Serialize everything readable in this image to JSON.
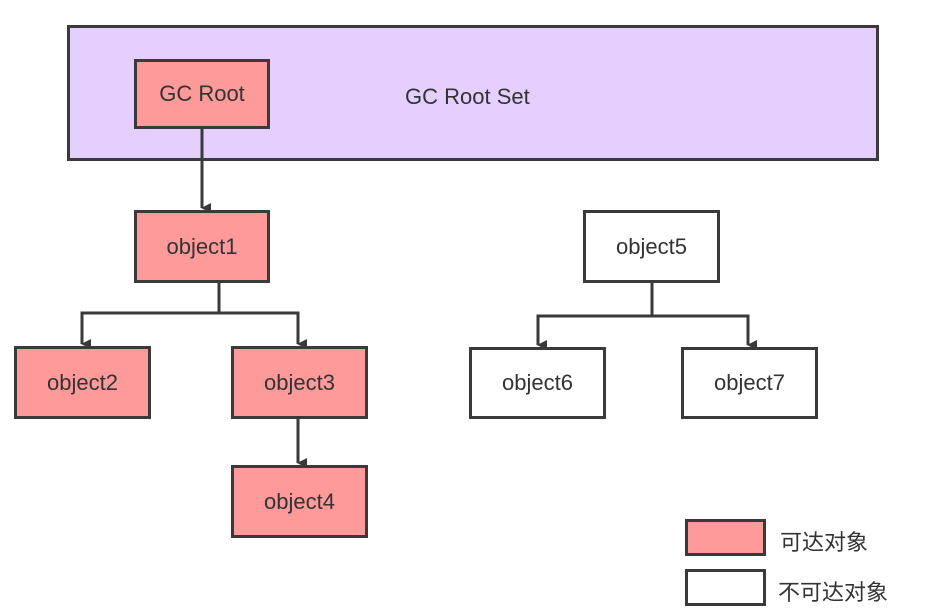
{
  "root_set": {
    "label": "GC Root Set"
  },
  "nodes": {
    "gc_root": "GC Root",
    "object1": "object1",
    "object2": "object2",
    "object3": "object3",
    "object4": "object4",
    "object5": "object5",
    "object6": "object6",
    "object7": "object7"
  },
  "legend": {
    "reachable": "可达对象",
    "unreachable": "不可达对象"
  },
  "colors": {
    "root_set_fill": "#e4cfff",
    "reachable_fill": "#ff9a9a",
    "unreachable_fill": "#ffffff",
    "stroke": "#3a3a3a"
  }
}
